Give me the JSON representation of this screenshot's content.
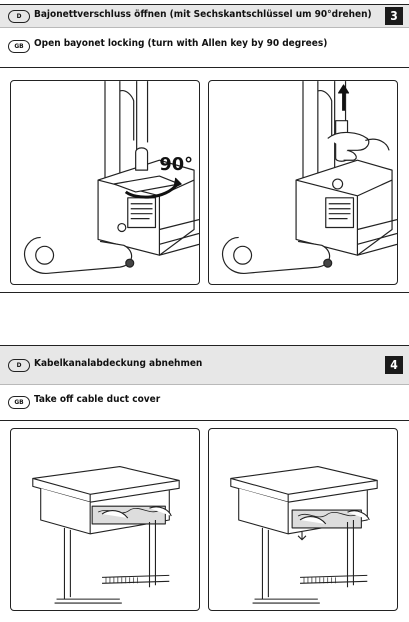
{
  "step3": {
    "number": "3",
    "lang_de": "D",
    "title_de": "Bajonettverschluss öffnen (mit Sechskantschlüssel um 90°drehen)",
    "lang_gb": "GB",
    "title_gb": "Open bayonet locking (turn with Allen key by 90 degrees)",
    "angle_label": "90°"
  },
  "step4": {
    "number": "4",
    "lang_de": "D",
    "title_de": "Kabelkanalabdeckung abnehmen",
    "lang_gb": "GB",
    "title_gb": "Take off cable duct cover"
  }
}
